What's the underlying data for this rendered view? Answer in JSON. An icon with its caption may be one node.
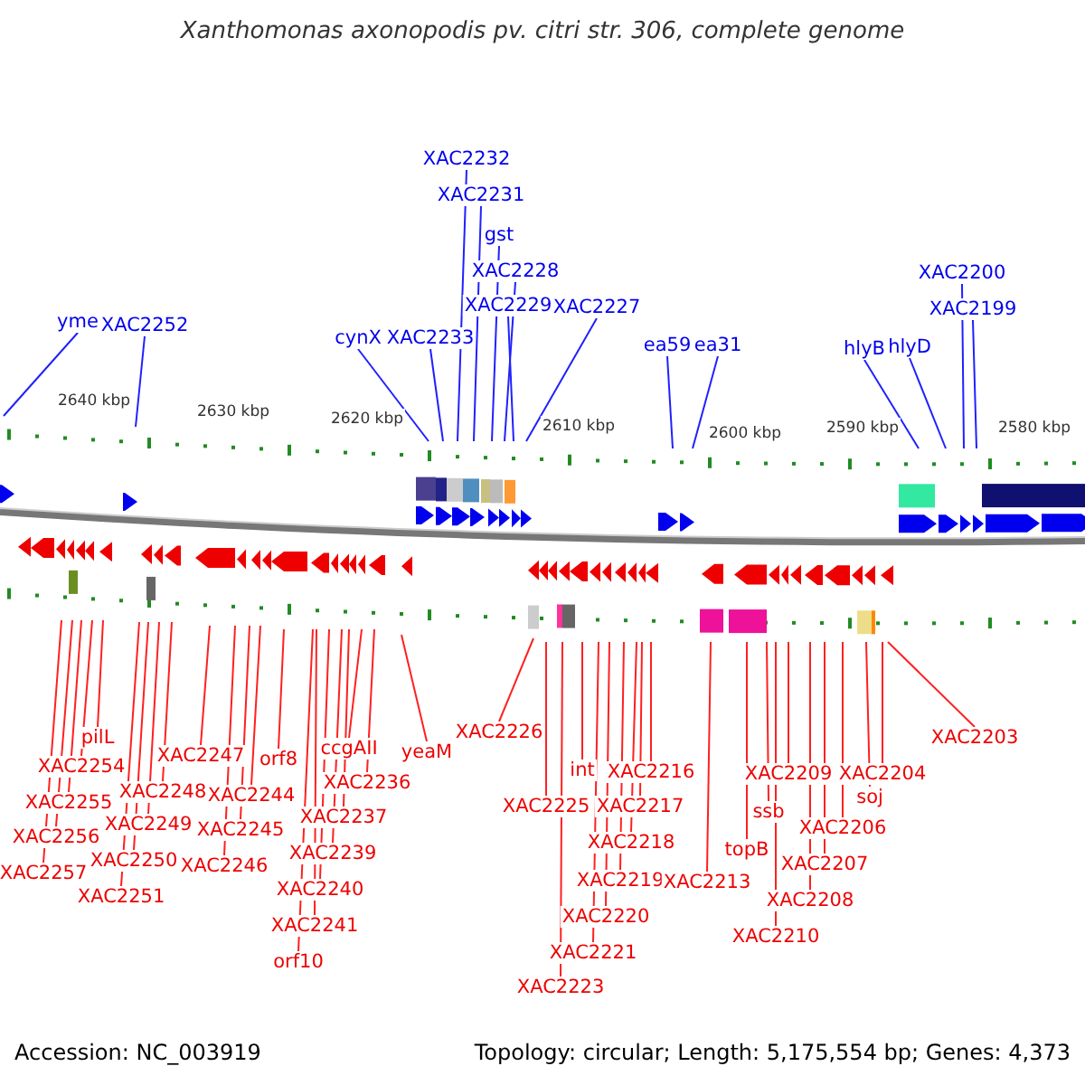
{
  "diagram": {
    "title": "Xanthomonas axonopodis pv. citri str. 306, complete genome",
    "nodes": [
      {
        "text": [
          "yme"
        ]
      },
      {
        "text": [
          "XAC2252"
        ]
      },
      {
        "text": [
          "cynX"
        ]
      },
      {
        "text": [
          "XAC2233"
        ]
      },
      {
        "text": [
          "XAC2232"
        ]
      },
      {
        "text": [
          "XAC2231"
        ]
      },
      {
        "text": [
          "gst"
        ]
      },
      {
        "text": [
          "XAC2228"
        ]
      },
      {
        "text": [
          "XAC2229"
        ]
      },
      {
        "text": [
          "XAC2227"
        ]
      },
      {
        "text": [
          "ea59"
        ]
      },
      {
        "text": [
          "ea31"
        ]
      },
      {
        "text": [
          "hlyB"
        ]
      },
      {
        "text": [
          "hlyD"
        ]
      },
      {
        "text": [
          "XAC2200"
        ]
      },
      {
        "text": [
          "XAC2199"
        ]
      },
      {
        "text": [
          "pilL"
        ]
      },
      {
        "text": [
          "XAC2254"
        ]
      },
      {
        "text": [
          "XAC2255"
        ]
      },
      {
        "text": [
          "XAC2256"
        ]
      },
      {
        "text": [
          "XAC2257"
        ]
      },
      {
        "text": [
          "XAC2247"
        ]
      },
      {
        "text": [
          "XAC2248"
        ]
      },
      {
        "text": [
          "XAC2249"
        ]
      },
      {
        "text": [
          "XAC2250"
        ]
      },
      {
        "text": [
          "XAC2251"
        ]
      },
      {
        "text": [
          "orf8"
        ]
      },
      {
        "text": [
          "XAC2244"
        ]
      },
      {
        "text": [
          "XAC2245"
        ]
      },
      {
        "text": [
          "XAC2246"
        ]
      },
      {
        "text": [
          "ccgAII"
        ]
      },
      {
        "text": [
          "XAC2236"
        ]
      },
      {
        "text": [
          "XAC2237"
        ]
      },
      {
        "text": [
          "XAC2239"
        ]
      },
      {
        "text": [
          "XAC2240"
        ]
      },
      {
        "text": [
          "XAC2241"
        ]
      },
      {
        "text": [
          "orf10"
        ]
      },
      {
        "text": [
          "yeaM"
        ]
      },
      {
        "text": [
          "XAC2226"
        ]
      },
      {
        "text": [
          "int"
        ]
      },
      {
        "text": [
          "XAC2216"
        ]
      },
      {
        "text": [
          "XAC2225"
        ]
      },
      {
        "text": [
          "XAC2217"
        ]
      },
      {
        "text": [
          "XAC2218"
        ]
      },
      {
        "text": [
          "XAC2219"
        ]
      },
      {
        "text": [
          "XAC2220"
        ]
      },
      {
        "text": [
          "XAC2221"
        ]
      },
      {
        "text": [
          "XAC2223"
        ]
      },
      {
        "text": [
          "XAC2213"
        ]
      },
      {
        "text": [
          "topB"
        ]
      },
      {
        "text": [
          "XAC2209"
        ]
      },
      {
        "text": [
          "ssb"
        ]
      },
      {
        "text": [
          "XAC2210"
        ]
      },
      {
        "text": [
          "XAC2206"
        ]
      },
      {
        "text": [
          "XAC2207"
        ]
      },
      {
        "text": [
          "XAC2208"
        ]
      },
      {
        "text": [
          "XAC2204"
        ]
      },
      {
        "text": [
          "soj"
        ]
      },
      {
        "text": [
          "XAC2203"
        ]
      }
    ],
    "edges": [
      {
        "from": 0,
        "to": null,
        "arrow": "none",
        "color": "#2020ff"
      },
      {
        "from": 1,
        "to": null,
        "arrow": "none",
        "color": "#2020ff"
      },
      {
        "from": 2,
        "to": null,
        "arrow": "none",
        "color": "#2020ff"
      },
      {
        "from": 3,
        "to": null,
        "arrow": "none",
        "color": "#2020ff"
      },
      {
        "from": 4,
        "to": null,
        "arrow": "none",
        "color": "#2020ff"
      },
      {
        "from": 5,
        "to": null,
        "arrow": "none",
        "color": "#2020ff"
      },
      {
        "from": 6,
        "to": null,
        "arrow": "none",
        "color": "#2020ff"
      },
      {
        "from": 7,
        "to": null,
        "arrow": "none",
        "color": "#2020ff"
      },
      {
        "from": 8,
        "to": null,
        "arrow": "none",
        "color": "#2020ff"
      },
      {
        "from": 9,
        "to": null,
        "arrow": "none",
        "color": "#2020ff"
      },
      {
        "from": 10,
        "to": null,
        "arrow": "none",
        "color": "#2020ff"
      },
      {
        "from": 11,
        "to": null,
        "arrow": "none",
        "color": "#2020ff"
      },
      {
        "from": 12,
        "to": null,
        "arrow": "none",
        "color": "#2020ff"
      },
      {
        "from": 13,
        "to": null,
        "arrow": "none",
        "color": "#2020ff"
      },
      {
        "from": 14,
        "to": null,
        "arrow": "none",
        "color": "#2020ff"
      },
      {
        "from": 15,
        "to": null,
        "arrow": "none",
        "color": "#2020ff"
      },
      {
        "from": 16,
        "to": null,
        "arrow": "none"
      },
      {
        "from": 17,
        "to": null,
        "arrow": "none"
      },
      {
        "from": 18,
        "to": null,
        "arrow": "none"
      },
      {
        "from": 19,
        "to": null,
        "arrow": "none"
      },
      {
        "from": 20,
        "to": null,
        "arrow": "none"
      },
      {
        "from": 21,
        "to": null,
        "arrow": "none"
      },
      {
        "from": 22,
        "to": null,
        "arrow": "none"
      },
      {
        "from": 23,
        "to": null,
        "arrow": "none"
      },
      {
        "from": 24,
        "to": null,
        "arrow": "none"
      },
      {
        "from": 25,
        "to": null,
        "arrow": "none"
      },
      {
        "from": 26,
        "to": null,
        "arrow": "none"
      },
      {
        "from": 27,
        "to": null,
        "arrow": "none"
      },
      {
        "from": 28,
        "to": null,
        "arrow": "none"
      },
      {
        "from": 29,
        "to": null,
        "arrow": "none"
      },
      {
        "from": 30,
        "to": null,
        "arrow": "none"
      },
      {
        "from": 31,
        "to": null,
        "arrow": "none"
      },
      {
        "from": 32,
        "to": null,
        "arrow": "none"
      },
      {
        "from": 33,
        "to": null,
        "arrow": "none"
      },
      {
        "from": 34,
        "to": null,
        "arrow": "none"
      },
      {
        "from": 35,
        "to": null,
        "arrow": "none"
      },
      {
        "from": 36,
        "to": null,
        "arrow": "none"
      },
      {
        "from": 37,
        "to": null,
        "arrow": "none"
      },
      {
        "from": 38,
        "to": null,
        "arrow": "none"
      },
      {
        "from": 39,
        "to": null,
        "arrow": "none"
      },
      {
        "from": 40,
        "to": null,
        "arrow": "none"
      },
      {
        "from": 41,
        "to": null,
        "arrow": "none"
      },
      {
        "from": 42,
        "to": null,
        "arrow": "none"
      },
      {
        "from": 43,
        "to": null,
        "arrow": "none"
      },
      {
        "from": 44,
        "to": null,
        "arrow": "none"
      },
      {
        "from": 45,
        "to": null,
        "arrow": "none"
      },
      {
        "from": 46,
        "to": null,
        "arrow": "none"
      },
      {
        "from": 47,
        "to": null,
        "arrow": "none"
      },
      {
        "from": 48,
        "to": null,
        "arrow": "none"
      },
      {
        "from": 49,
        "to": null,
        "arrow": "none"
      },
      {
        "from": 50,
        "to": null,
        "arrow": "none"
      },
      {
        "from": 51,
        "to": null,
        "arrow": "none"
      },
      {
        "from": 52,
        "to": null,
        "arrow": "none"
      },
      {
        "from": 53,
        "to": null,
        "arrow": "none"
      },
      {
        "from": 54,
        "to": null,
        "arrow": "none"
      },
      {
        "from": 55,
        "to": null,
        "arrow": "none"
      },
      {
        "from": 56,
        "to": null,
        "arrow": "none"
      },
      {
        "from": 57,
        "to": null,
        "arrow": "none"
      },
      {
        "from": 58,
        "to": null,
        "arrow": "none"
      }
    ],
    "labels": [
      "2640 kbp",
      "2630 kbp",
      "2620 kbp",
      "2610 kbp",
      "2600 kbp",
      "2590 kbp",
      "2580 kbp",
      "Accession: NC_003919",
      "Topology: circular; Length: 5,175,554 bp; Genes: 4,373"
    ]
  }
}
